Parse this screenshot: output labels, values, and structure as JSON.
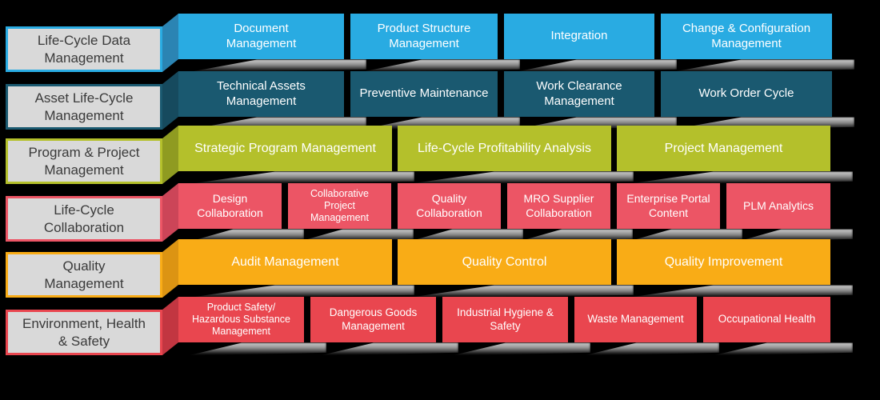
{
  "styles": {
    "background": "#000000",
    "label_bg": "#D9D9D9",
    "label_text": "#3A3A3A",
    "item_text": "#FFFFFF"
  },
  "categories": [
    {
      "label": "Life-Cycle Data Management",
      "color": "#29ABE2",
      "side_color": "#2B84B3",
      "items": [
        "Document Management",
        "Product Structure Management",
        "Integration",
        "Change & Configuration Management"
      ]
    },
    {
      "label": "Asset Life-Cycle Management",
      "color": "#1A5970",
      "side_color": "#164A5E",
      "items": [
        "Technical Assets Management",
        "Preventive Maintenance",
        "Work Clearance Management",
        "Work Order Cycle"
      ]
    },
    {
      "label": "Program & Project Management",
      "color": "#B4C02B",
      "side_color": "#8F9B21",
      "items": [
        "Strategic Program Management",
        "Life-Cycle Profitability Analysis",
        "Project Management"
      ]
    },
    {
      "label": "Life-Cycle Collaboration",
      "color": "#EC5565",
      "side_color": "#CC4558",
      "items": [
        "Design Collaboration",
        "Collaborative Project Management",
        "Quality Collaboration",
        "MRO Supplier Collaboration",
        "Enterprise Portal Content",
        "PLM Analytics"
      ]
    },
    {
      "label": "Quality Management",
      "color": "#F9AC16",
      "side_color": "#DC9413",
      "items": [
        "Audit Management",
        "Quality Control",
        "Quality Improvement"
      ]
    },
    {
      "label": "Environment, Health & Safety",
      "color": "#E9464F",
      "side_color": "#C23641",
      "items": [
        "Product Safety/ Hazardous Substance Management",
        "Dangerous Goods Management",
        "Industrial Hygiene & Safety",
        "Waste Management",
        "Occupational Health"
      ]
    }
  ]
}
